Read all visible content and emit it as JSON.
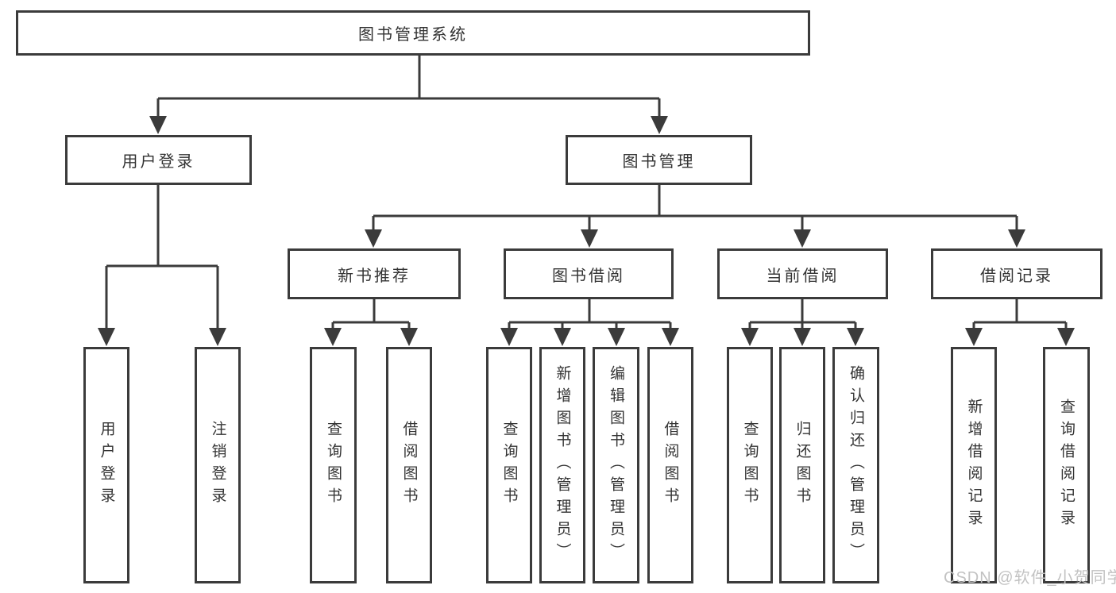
{
  "diagram": {
    "root": {
      "label": "图书管理系统"
    },
    "level2": [
      {
        "label": "用户登录"
      },
      {
        "label": "图书管理"
      }
    ],
    "level3": [
      {
        "label": "新书推荐"
      },
      {
        "label": "图书借阅"
      },
      {
        "label": "当前借阅"
      },
      {
        "label": "借阅记录"
      }
    ],
    "leaves": [
      {
        "label": "用户登录"
      },
      {
        "label": "注销登录"
      },
      {
        "label": "查询图书"
      },
      {
        "label": "借阅图书"
      },
      {
        "label": "查询图书"
      },
      {
        "label": "新增图书（管理员）"
      },
      {
        "label": "编辑图书（管理员）"
      },
      {
        "label": "借阅图书"
      },
      {
        "label": "查询图书"
      },
      {
        "label": "归还图书"
      },
      {
        "label": "确认归还（管理员）"
      },
      {
        "label": "新增借阅记录"
      },
      {
        "label": "查询借阅记录"
      }
    ],
    "colors": {
      "line": "#3b3b3b",
      "text": "#333333",
      "watermark": "#c2c2c2",
      "background": "#ffffff"
    }
  },
  "watermark": {
    "text": "CSDN @软件_小贺同学"
  }
}
